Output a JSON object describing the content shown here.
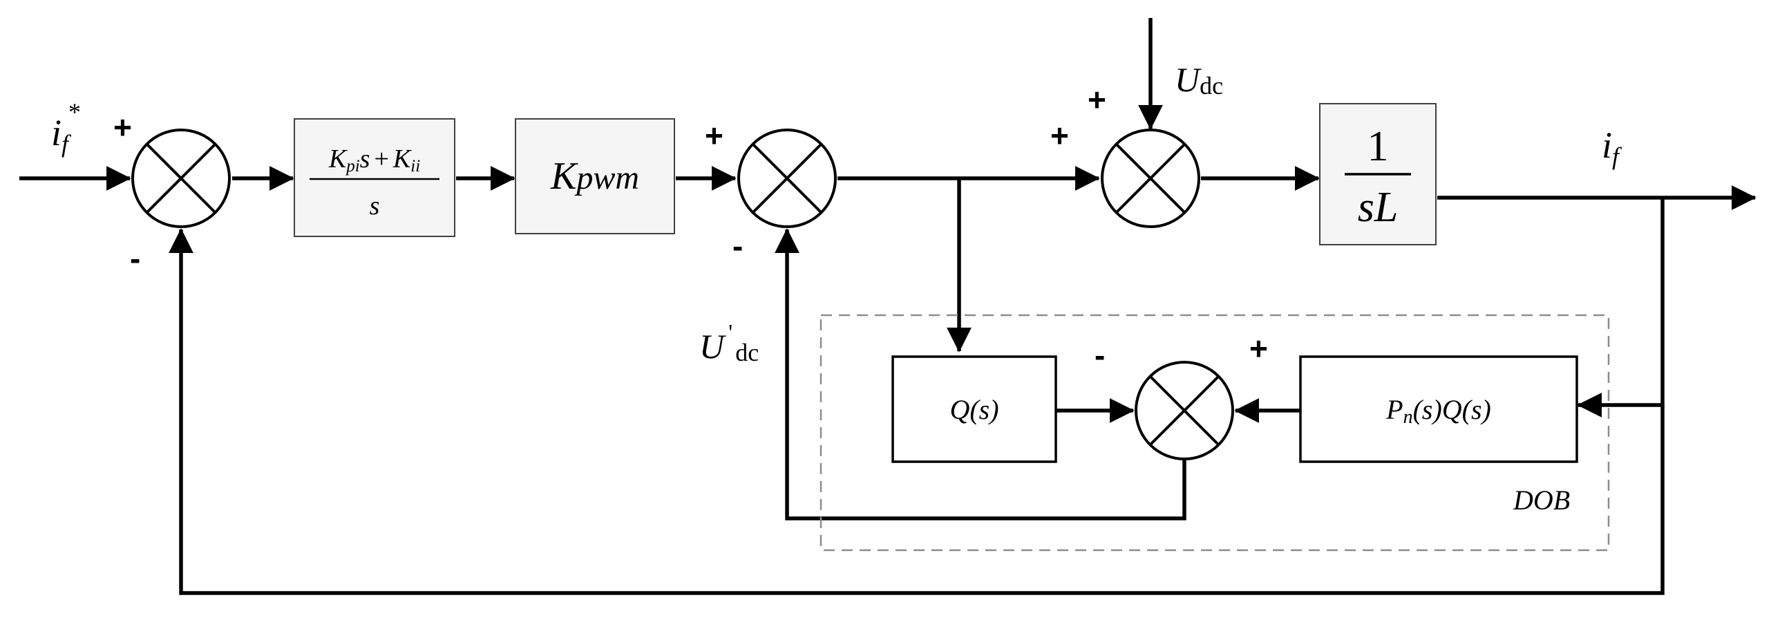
{
  "blocks": {
    "pi": {
      "numerator_k1": "K",
      "numerator_k1_sub": "pi",
      "numerator_s": "s",
      "numerator_plus": "+",
      "numerator_k2": "K",
      "numerator_k2_sub": "ii",
      "denominator": "s"
    },
    "pwm": {
      "k": "K",
      "sub": "pwm"
    },
    "plant": {
      "numerator": "1",
      "denominator": "sL"
    },
    "q": {
      "label": "Q(s)"
    },
    "pnq": {
      "p": "P",
      "p_sub": "n",
      "rest": "(s)Q(s)"
    }
  },
  "signals": {
    "input": {
      "base": "i",
      "sub": "f",
      "sup": "*"
    },
    "output": {
      "base": "i",
      "sub": "f"
    },
    "disturbance": {
      "base": "U",
      "sub": "dc"
    },
    "estimate": {
      "base": "U",
      "prime": "'",
      "sub": "dc"
    }
  },
  "signs": {
    "s1_plus": "+",
    "s1_minus": "-",
    "s2_plus": "+",
    "s2_minus": "-",
    "s3_plus_left": "+",
    "s3_plus_top": "+",
    "s4_minus": "-",
    "s4_plus": "+"
  },
  "dob_label": "DOB"
}
